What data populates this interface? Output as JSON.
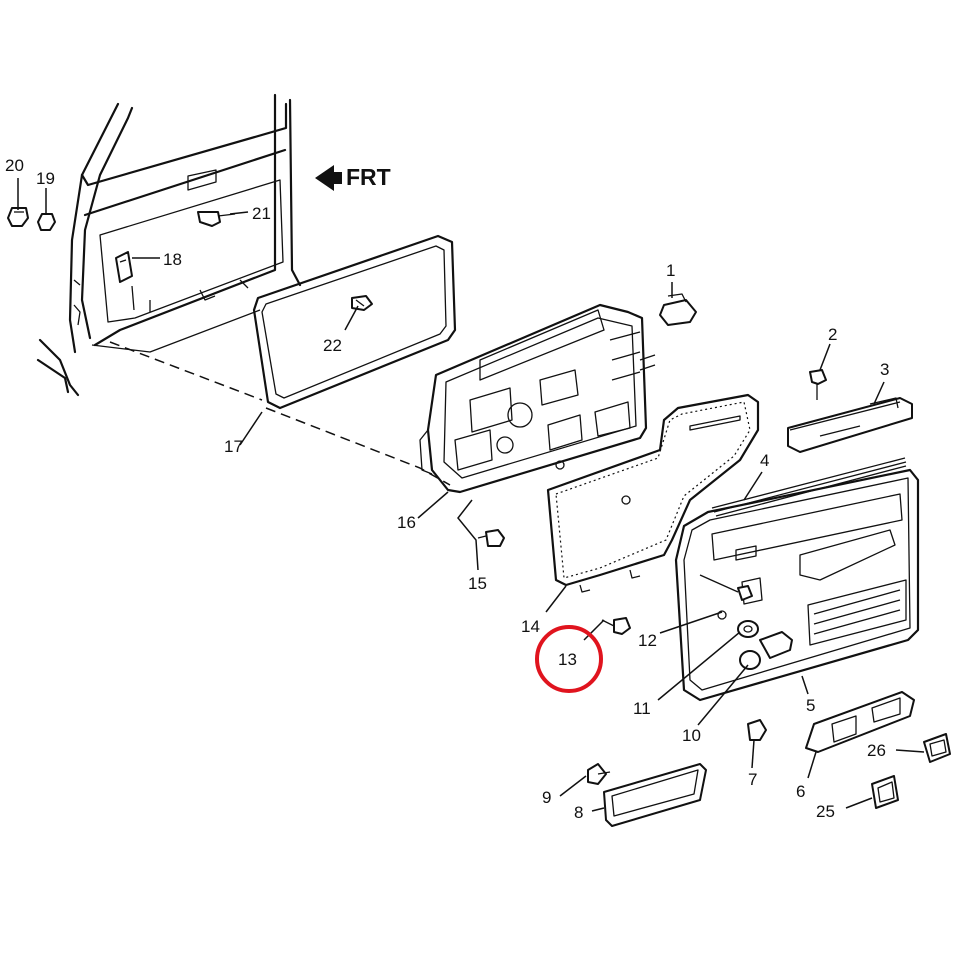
{
  "diagram": {
    "direction_label": "FRT",
    "highlight_color": "#e0141e",
    "line_color": "#111111",
    "callouts": {
      "c1": "1",
      "c2": "2",
      "c3": "3",
      "c4": "4",
      "c5": "5",
      "c6": "6",
      "c7": "7",
      "c8": "8",
      "c9": "9",
      "c10": "10",
      "c11": "11",
      "c12": "12",
      "c13": "13",
      "c14": "14",
      "c15": "15",
      "c16": "16",
      "c17": "17",
      "c18": "18",
      "c19": "19",
      "c20": "20",
      "c21": "21",
      "c22": "22",
      "c25": "25",
      "c26": "26"
    },
    "highlighted_callout": "13"
  }
}
